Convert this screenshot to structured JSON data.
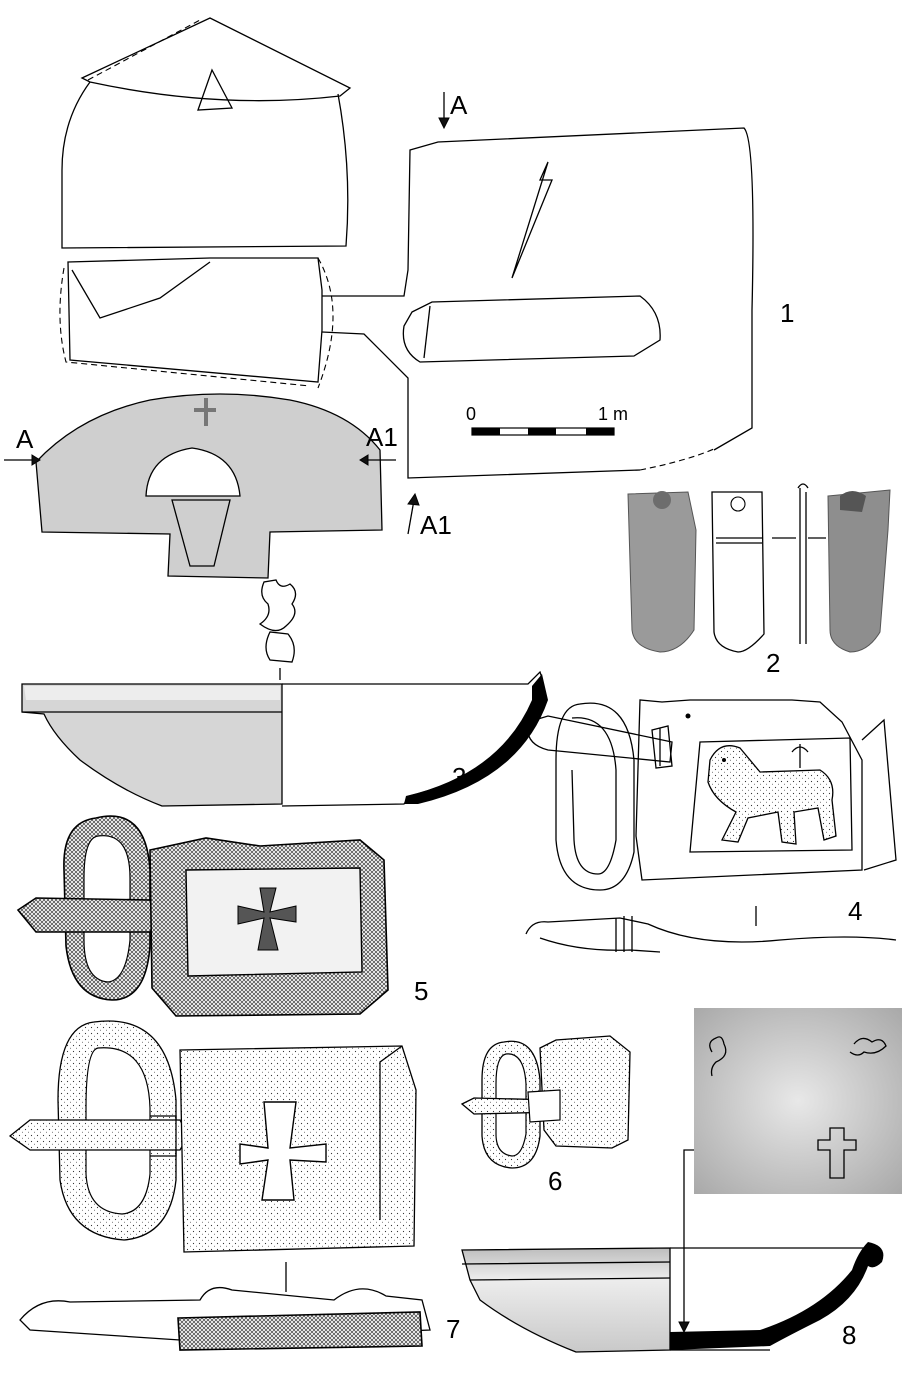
{
  "figure_numbers": {
    "f1": "1",
    "f2": "2",
    "f3": "3",
    "f4": "4",
    "f5": "5",
    "f6": "6",
    "f7": "7",
    "f8": "8"
  },
  "section_marks": {
    "a_top": "A",
    "a_left": "A",
    "a1_right": "A1",
    "a1_lower": "A1"
  },
  "scale_bar": {
    "start_label": "0",
    "end_label": "1 m"
  }
}
